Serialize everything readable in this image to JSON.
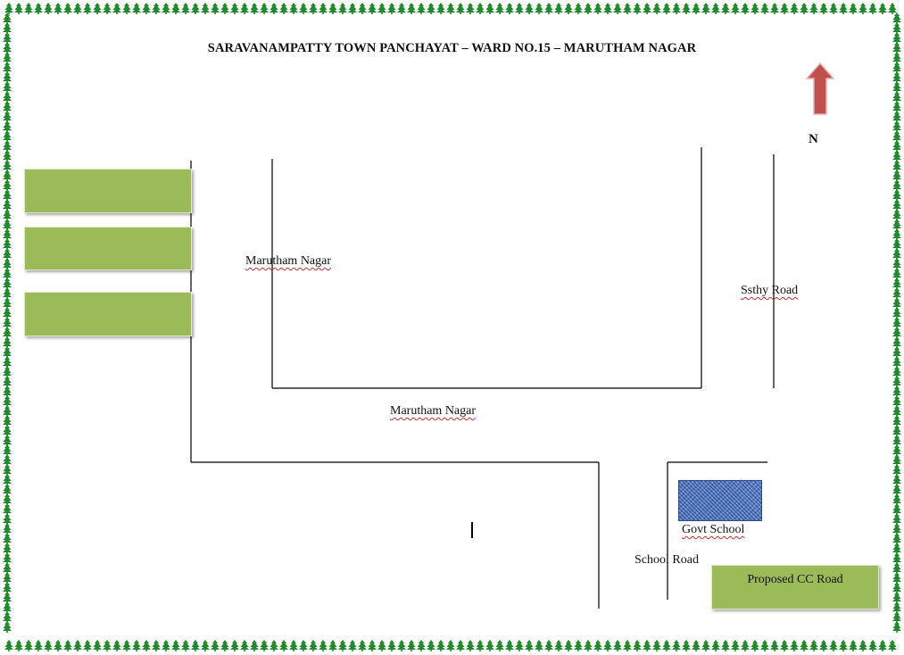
{
  "title": "SARAVANAMPATTY TOWN PANCHAYAT – WARD NO.15 – MARUTHAM NAGAR",
  "north": "N",
  "labels": {
    "marutham_nagar_1": "Marutham Nagar",
    "marutham_nagar_2": "Marutham Nagar",
    "ssthy_road": "Ssthy Road",
    "govt_school": "Govt School",
    "school_road": "School Road"
  },
  "legend": {
    "proposed_cc_road": "Proposed CC Road"
  },
  "colors": {
    "proposed_road_green": "#9bbb59",
    "school_blue": "#5a80c8",
    "north_arrow": "#c0504d",
    "border_tree": "#1f8a2a"
  },
  "icons": {
    "north_arrow": "north-arrow-icon",
    "border": "tree-border-icon"
  }
}
